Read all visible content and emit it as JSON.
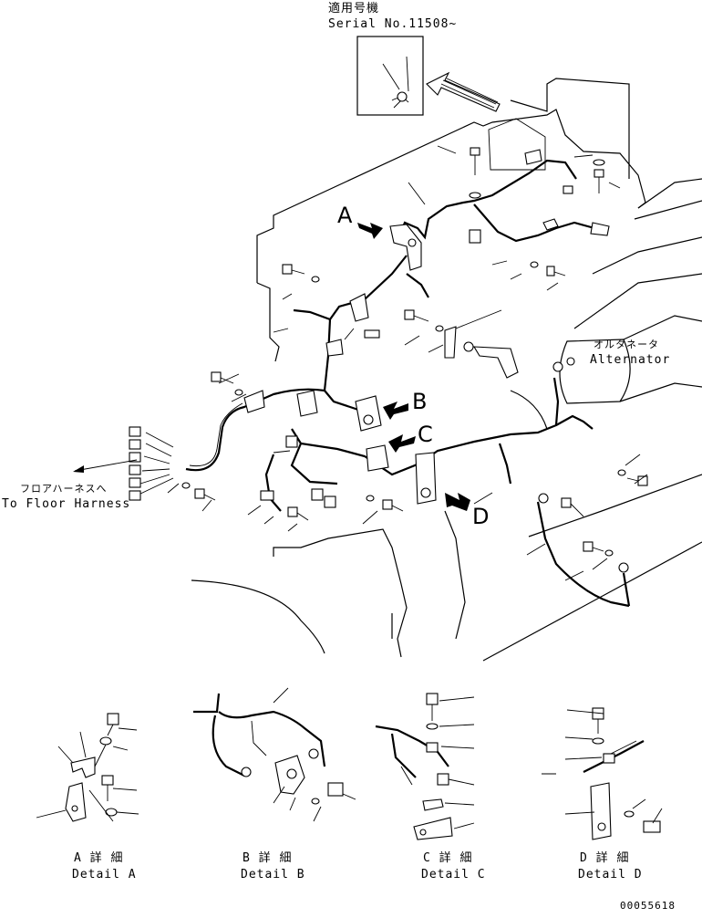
{
  "serial": {
    "jp": "適用号機",
    "en": "Serial No.11508~"
  },
  "callouts": {
    "a": "A",
    "b": "B",
    "c": "C",
    "d": "D"
  },
  "alternator": {
    "jp": "オルタネータ",
    "en": "Alternator"
  },
  "floor_harness": {
    "jp": "フロアハーネスへ",
    "en": "To Floor Harness"
  },
  "details": [
    {
      "jp": "A 詳 細",
      "en": "Detail A"
    },
    {
      "jp": "B 詳 細",
      "en": "Detail B"
    },
    {
      "jp": "C 詳 細",
      "en": "Detail C"
    },
    {
      "jp": "D 詳 細",
      "en": "Detail D"
    }
  ],
  "drawing_number": "00055618"
}
